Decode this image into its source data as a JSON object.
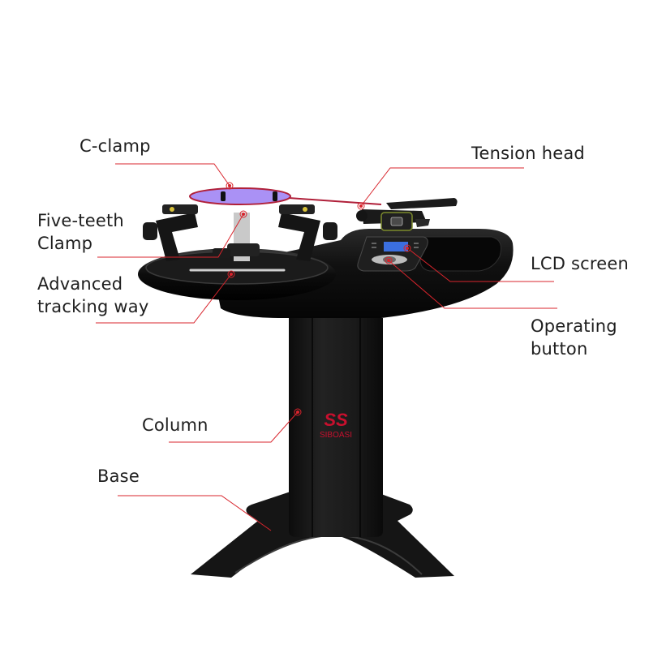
{
  "product": {
    "brand": "SIBOASI",
    "brand_mark": "SS",
    "type": "racket stringing machine"
  },
  "colors": {
    "leader_line": "#d8242c",
    "brand_red": "#c8102e",
    "machine_body": "#121212",
    "lcd_blue": "#3b6fe0",
    "frame_purple": "#7a55e6",
    "background": "#ffffff"
  },
  "labels": [
    {
      "id": "c-clamp",
      "lines": [
        "C-clamp"
      ]
    },
    {
      "id": "tension-head",
      "lines": [
        "Tension head"
      ]
    },
    {
      "id": "five-teeth-clamp",
      "lines": [
        "Five-teeth",
        "Clamp"
      ]
    },
    {
      "id": "advanced-tracking-way",
      "lines": [
        "Advanced",
        "tracking way"
      ]
    },
    {
      "id": "lcd-screen",
      "lines": [
        "LCD screen"
      ]
    },
    {
      "id": "operating-button",
      "lines": [
        "Operating",
        "button"
      ]
    },
    {
      "id": "column",
      "lines": [
        "Column"
      ]
    },
    {
      "id": "base",
      "lines": [
        "Base"
      ]
    }
  ]
}
